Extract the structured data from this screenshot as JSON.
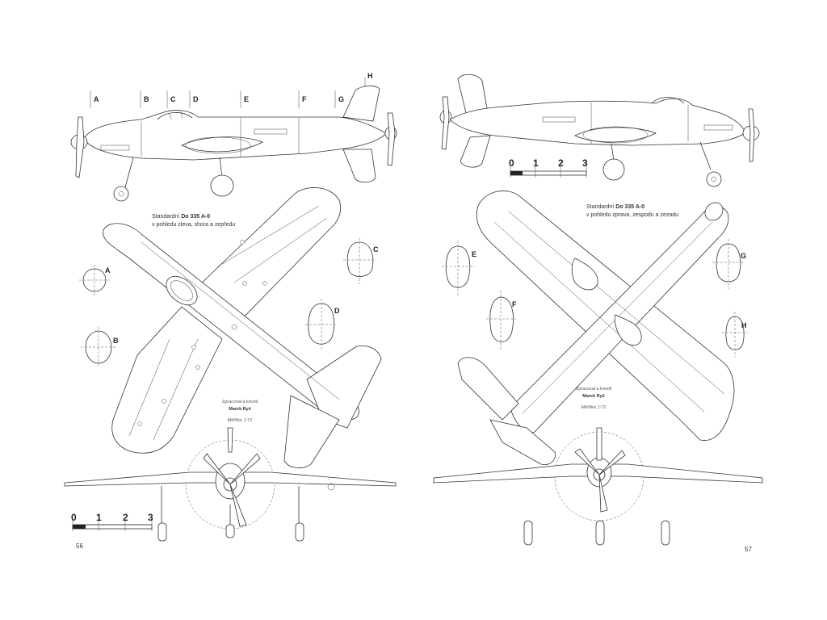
{
  "left_page": {
    "caption_line1_prefix": "Standardní",
    "caption_model": "Do 335 A-0",
    "caption_line2": "v pohledu zleva, shora a zepředu",
    "credit_line1": "Zpracoval a kreslil",
    "credit_name": "Marek Ryš",
    "credit_scale": "Měřítko 1:72",
    "page_number": "56",
    "station_labels": [
      "A",
      "B",
      "C",
      "D",
      "E",
      "F",
      "G",
      "H"
    ],
    "section_labels": [
      "A",
      "B",
      "C",
      "D"
    ],
    "scale_ticks": [
      "0",
      "1",
      "2",
      "3"
    ]
  },
  "right_page": {
    "caption_line1_prefix": "Standardní",
    "caption_model": "Do 335 A-0",
    "caption_line2": "v pohledu zprava, zespodu a zezadu",
    "credit_line1": "Zpracoval a kreslil",
    "credit_name": "Marek Ryš",
    "credit_scale": "Měřítko 1:72",
    "page_number": "57",
    "section_labels": [
      "E",
      "F",
      "G",
      "H"
    ],
    "scale_ticks": [
      "0",
      "1",
      "2",
      "3"
    ]
  }
}
